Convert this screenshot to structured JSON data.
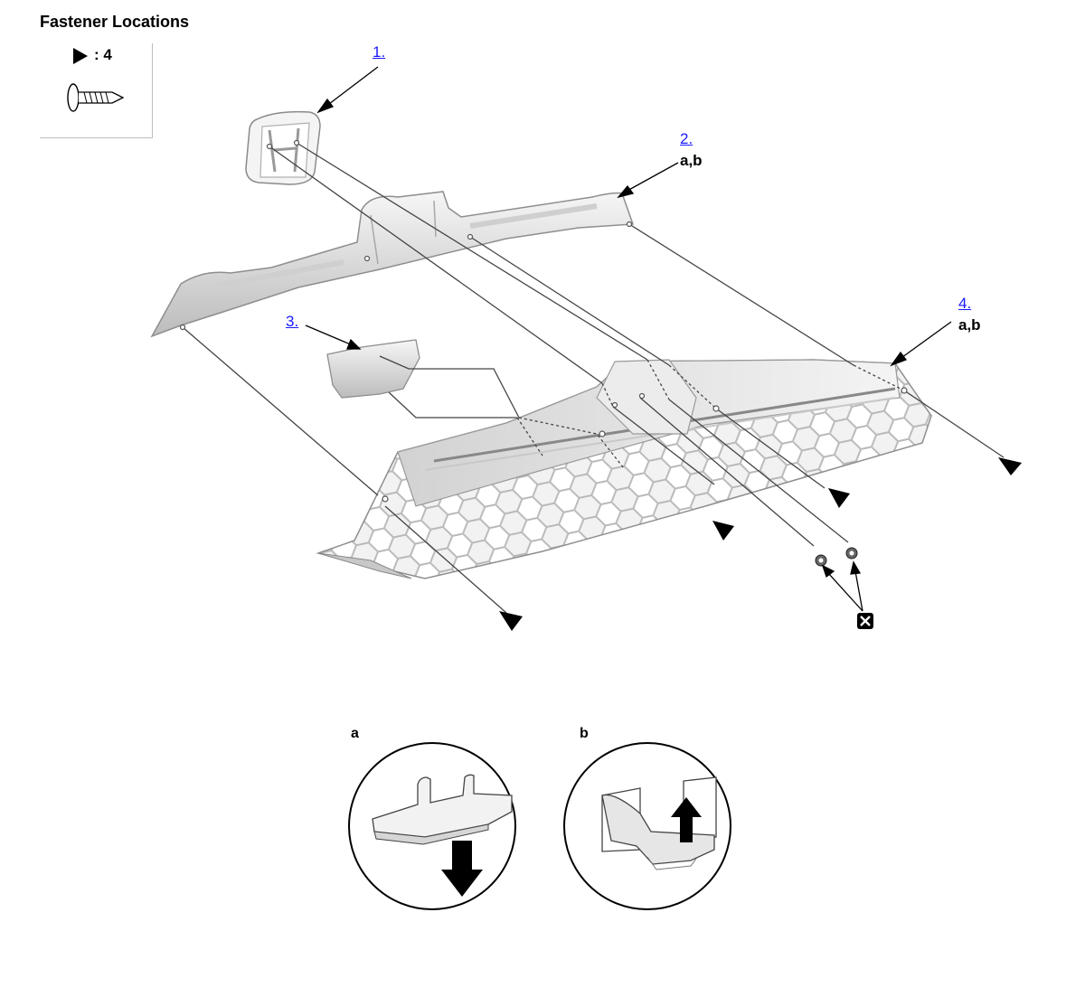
{
  "title": "Fastener Locations",
  "legend": {
    "symbol_icon": "triangle-right-icon",
    "count": ": 4",
    "fastener_icon": "screw-icon"
  },
  "callouts": [
    {
      "label": "1.",
      "sub": ""
    },
    {
      "label": "2.",
      "sub": "a,b"
    },
    {
      "label": "3.",
      "sub": ""
    },
    {
      "label": "4.",
      "sub": "a,b"
    }
  ],
  "replace_marker_icon": "x-box-icon",
  "details": [
    {
      "label": "a",
      "arrow": "down"
    },
    {
      "label": "b",
      "arrow": "up"
    }
  ]
}
